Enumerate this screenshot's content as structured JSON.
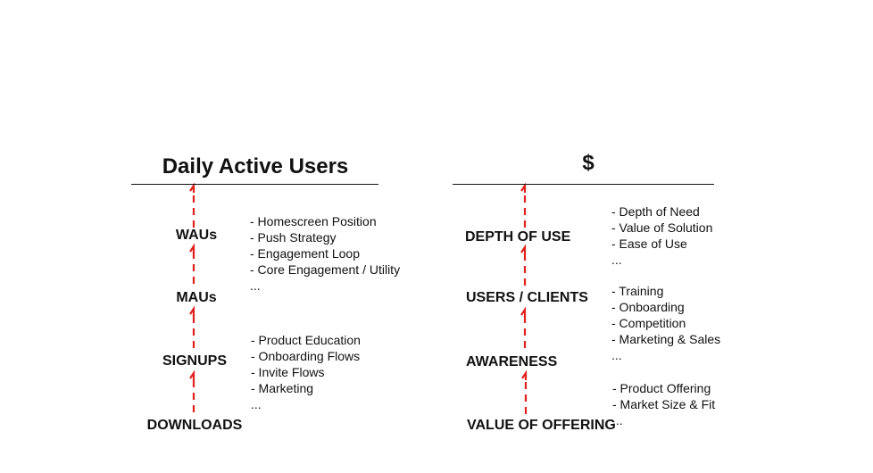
{
  "left": {
    "title": "Daily Active Users",
    "stages": [
      "WAUs",
      "MAUs",
      "SIGNUPS",
      "DOWNLOADS"
    ],
    "factor_groups": [
      [
        "- Homescreen Position",
        "- Push Strategy",
        "- Engagement Loop",
        "- Core Engagement / Utility",
        "..."
      ],
      [
        "- Product Education",
        "- Onboarding Flows",
        "- Invite Flows",
        "- Marketing",
        "..."
      ]
    ]
  },
  "right": {
    "title": "$",
    "stages": [
      "DEPTH OF USE",
      "USERS / CLIENTS",
      "AWARENESS",
      "VALUE OF OFFERING"
    ],
    "factor_groups": [
      [
        "- Depth of Need",
        "- Value of Solution",
        "- Ease of Use",
        "..."
      ],
      [
        "- Training",
        "- Onboarding",
        "- Competition",
        "- Marketing & Sales",
        "..."
      ],
      [
        "- Product Offering",
        "- Market Size & Fit",
        "..."
      ]
    ]
  },
  "colors": {
    "arrow": "#e0201b",
    "text": "#111111"
  }
}
